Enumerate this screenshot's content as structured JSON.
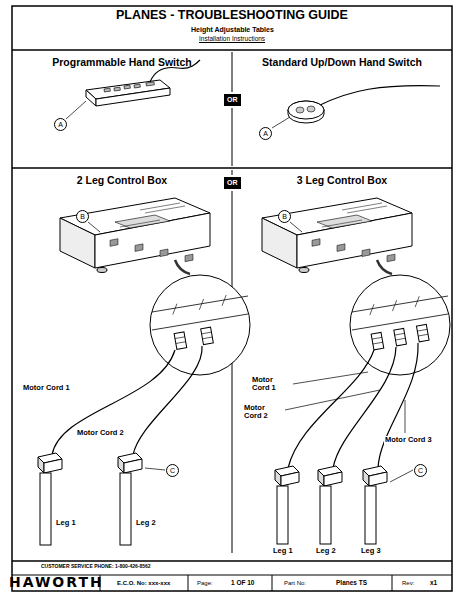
{
  "diagram": {
    "title": "PLANES - TROUBLESHOOTING GUIDE",
    "nodes": [
      {
        "text": [
          "Programmable Hand Switch"
        ]
      },
      {
        "text": [
          "Standard Up/Down Hand Switch"
        ]
      },
      {
        "text": [
          "2 Leg Control Box"
        ]
      },
      {
        "text": [
          "3 Leg Control Box"
        ]
      }
    ],
    "labels": [
      "Height Adjustable Tables",
      "Installation Instructions",
      "OR",
      "OR",
      "A",
      "A",
      "B",
      "B",
      "Motor Cord 1",
      "Motor Cord 2",
      "C",
      "Leg 1",
      "Leg 2",
      "Motor Cord 1",
      "Motor Cord 2",
      "Motor Cord 3",
      "C",
      "Leg 1",
      "Leg 2",
      "Leg 3",
      "CUSTOMER SERVICE PHONE: 1-800-426-8562",
      "HAWORTH",
      "E.C.O. No: xxx-xxx",
      "Page:",
      "1 OF 10",
      "Part No:",
      "Planes TS",
      "Rev:",
      "x1"
    ]
  }
}
